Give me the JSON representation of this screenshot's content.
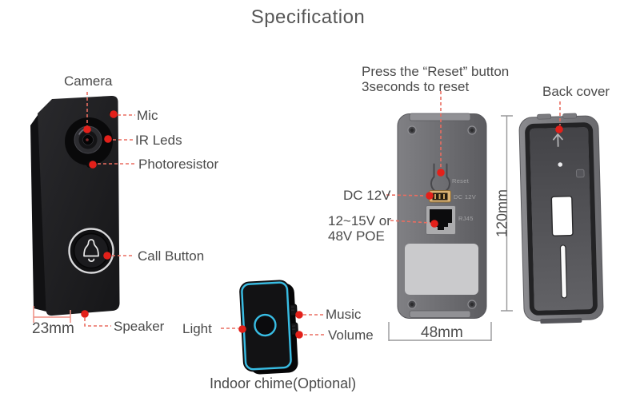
{
  "title": "Specification",
  "colors": {
    "accent_red": "#e3201a",
    "leader_red": "#ea6d60",
    "label_gray": "#4a4a4a",
    "dimension_gray": "#98989a",
    "chime_cyan": "#38bde4"
  },
  "front_doorbell": {
    "labels": {
      "camera": "Camera",
      "mic": "Mic",
      "ir_leds": "IR Leds",
      "photoresistor": "Photoresistor",
      "call_button": "Call Button",
      "speaker": "Speaker"
    },
    "width_dimension": "23mm"
  },
  "indoor_chime": {
    "labels": {
      "light": "Light",
      "music": "Music",
      "volume": "Volume"
    },
    "caption": "Indoor chime(Optional)"
  },
  "back_view": {
    "reset_note_line1": "Press the “Reset” button",
    "reset_note_line2": "3seconds to reset",
    "labels": {
      "dc_power": "DC 12V",
      "poe_line1": "12~15V or",
      "poe_line2": "48V POE"
    },
    "port_labels": {
      "reset": "Reset",
      "dc": "DC 12V",
      "rj45": "RJ45"
    },
    "height_dimension": "120mm",
    "width_dimension": "48mm"
  },
  "back_cover": {
    "label": "Back cover"
  }
}
